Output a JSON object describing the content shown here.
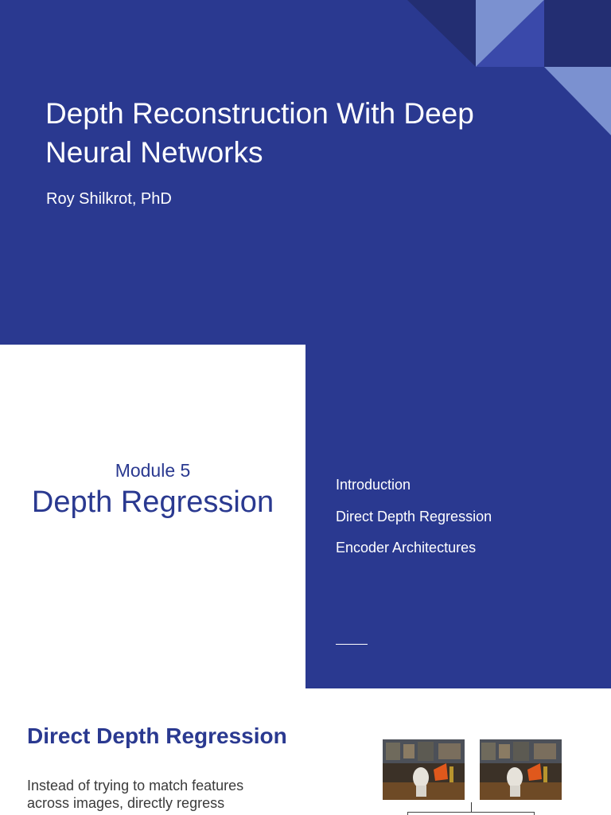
{
  "slide1": {
    "title": "Depth Reconstruction With Deep Neural Networks",
    "author": "Roy Shilkrot, PhD",
    "colors": {
      "background": "#2a3990",
      "dark_triangle": "#232e72",
      "light_triangle": "#7b91d0",
      "mid_triangle": "#3a49aa"
    }
  },
  "slide2": {
    "module_label": "Module 5",
    "module_title": "Depth Regression",
    "agenda": [
      "Introduction",
      "Direct Depth Regression",
      "Encoder Architectures"
    ]
  },
  "slide3": {
    "title": "Direct Depth Regression",
    "body": "Instead of trying to match features across images, directly regress",
    "images": [
      "stereo-left-scene-photo",
      "stereo-right-scene-photo"
    ]
  }
}
